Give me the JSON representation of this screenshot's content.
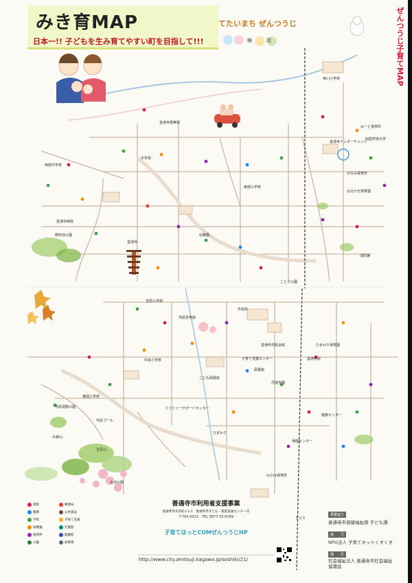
{
  "header": {
    "title": "みき育MAP",
    "slogan": "日本一!! 子どもを生み育てやすい町を目指して!!!",
    "vertical_title": "ぜんつうじ子育てMAP",
    "corner_script": "てたいまち ぜんつうじ",
    "banner_chars": [
      "輪",
      "話"
    ]
  },
  "places": [
    "中学校",
    "善通寺警察署",
    "竜川小学校",
    "善通寺",
    "市役所",
    "善通寺インターチェンジ",
    "はーと保育所",
    "みなみ保育所",
    "四国学院大学",
    "善通寺駅",
    "中央小学校",
    "西部中学校",
    "東部小学校",
    "吉原小学校",
    "筆岡小学校",
    "尽誠学園",
    "子育て支援センター",
    "ファミリーサポートセンター",
    "善通寺市民会館",
    "図書館",
    "健康センター",
    "保健センター",
    "市民プール",
    "大麻山",
    "五岳山",
    "こども図書館",
    "ひまわり",
    "きらり",
    "ひまわり保育園",
    "わかば保育所",
    "はるかぜ保育園",
    "市民運動公園",
    "大池公園",
    "野田池公園",
    "ことり公園",
    "市民体育館",
    "善通寺病院",
    "幼稚園",
    "消防署"
  ],
  "legend": [
    {
      "label": "病院",
      "color": "#d81b60"
    },
    {
      "label": "警察",
      "color": "#1e88e5"
    },
    {
      "label": "学校",
      "color": "#43a047"
    },
    {
      "label": "幼稚園",
      "color": "#fb8c00"
    },
    {
      "label": "保育所",
      "color": "#8e24aa"
    },
    {
      "label": "公園",
      "color": "#2e7d32"
    },
    {
      "label": "郵便局",
      "color": "#e53935"
    },
    {
      "label": "公共施設",
      "color": "#6d4c41"
    },
    {
      "label": "子育て支援",
      "color": "#f9a825"
    },
    {
      "label": "児童館",
      "color": "#00897b"
    },
    {
      "label": "図書館",
      "color": "#3949ab"
    },
    {
      "label": "駐車場",
      "color": "#546e7a"
    }
  ],
  "sponsor": {
    "org_name": "善通寺市利用者支援事業",
    "address_1": "善通寺市文京町2-2-2　善通寺市子ども・家庭支援センター内",
    "address_2": "〒765-0013　TEL 0877-35-8399",
    "hp_title": "子育てほっとCOMぜんつうじHP",
    "url": "http://www.city.zentsuji.kagawa.jp/soshiki/21/"
  },
  "partners": {
    "head_1": "事業協力",
    "org_1": "善通寺市保健福祉部 子ども課",
    "head_2": "協　　力",
    "org_2": "NPO法人 子育てネットくすくす",
    "head_3": "発　　行",
    "org_3": "社会福祉法人 善通寺市社会福祉協議会"
  },
  "colors": {
    "river": "#a7c6e0",
    "road": "#c9b7a3",
    "rail": "#333333",
    "accent_red": "#d21c3b",
    "title_bg": "#f2f7c7"
  }
}
